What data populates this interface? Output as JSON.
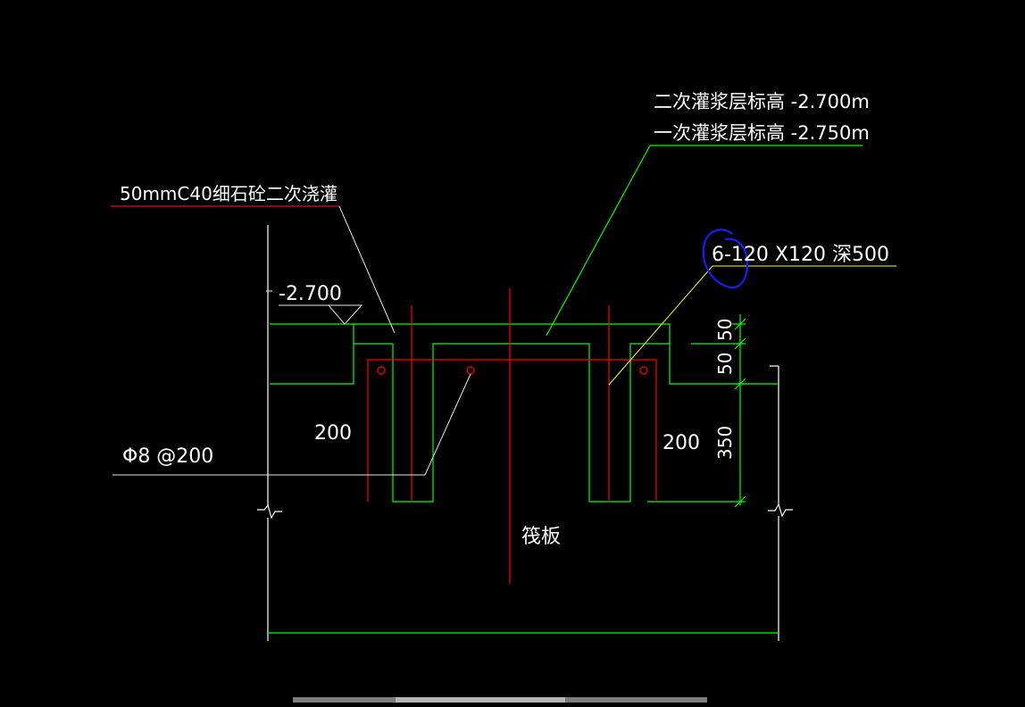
{
  "colors": {
    "background": "#000000",
    "white": "#ffffff",
    "green": "#00ff00",
    "red": "#ff0000",
    "yellow": "#ffff00",
    "blue": "#1a1aff",
    "leader_white": "#e8e8e8"
  },
  "labels": {
    "grout_level_second": "二次灌浆层标高 -2.700m",
    "grout_level_first": "一次灌浆层标高 -2.750m",
    "fine_concrete": "50mmC40细石砼二次浇灌",
    "holes": "6-120 X120 深500",
    "elevation": "-2.700",
    "rebar": "Φ8 @200",
    "dim_left_200": "200",
    "dim_right_200": "200",
    "dim_50_top": "50",
    "dim_50_mid": "50",
    "dim_350": "350",
    "raft": "筏板"
  },
  "icons": {
    "elevation_marker": "triangle-elevation-icon",
    "rebar_dot": "circle-rebar-icon",
    "break_line": "zigzag-break-icon",
    "annotation_circle": "hand-drawn-circle-icon"
  }
}
